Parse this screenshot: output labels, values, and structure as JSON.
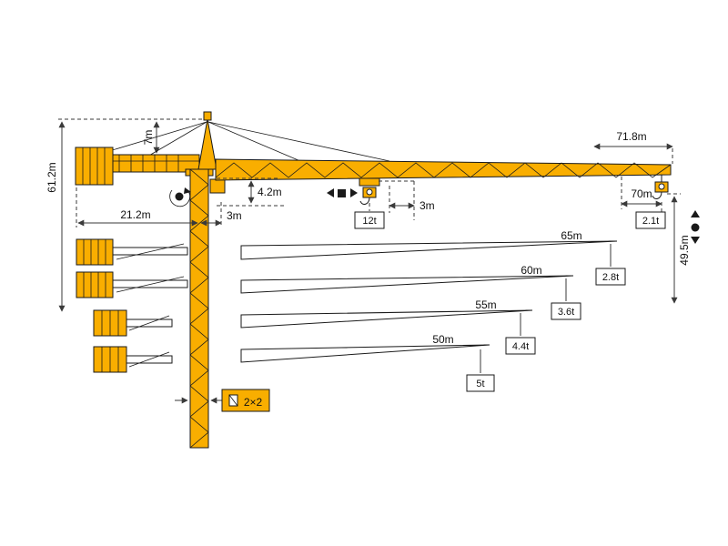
{
  "diagram": {
    "title": "tower-crane-specification-diagram",
    "labels": {
      "total_height": "61.2m",
      "head_height": "7m",
      "counterjib_length": "21.2m",
      "rear_offset": "3m",
      "jib_height": "4.2m",
      "max_capacity": "12t",
      "trolley_offset": "3m",
      "jib_length": "71.8m",
      "max_radius": "70m",
      "tip_capacity": "2.1t",
      "hook_height": "49.5m",
      "mast_section": "2×2"
    },
    "jib_options": [
      {
        "length": "65m",
        "capacity": "2.8t"
      },
      {
        "length": "60m",
        "capacity": "3.6t"
      },
      {
        "length": "55m",
        "capacity": "4.4t"
      },
      {
        "length": "50m",
        "capacity": "5t"
      }
    ],
    "icons": {
      "slewing": "rotate-arrow",
      "trolley_travel": "left-right-arrows",
      "hoist": "up-down-arrows",
      "mast_section": "tower-section-glyph"
    },
    "colors": {
      "crane": "#F9AE00",
      "outline": "#1a1a1a",
      "dim": "#3a3a3a"
    }
  }
}
